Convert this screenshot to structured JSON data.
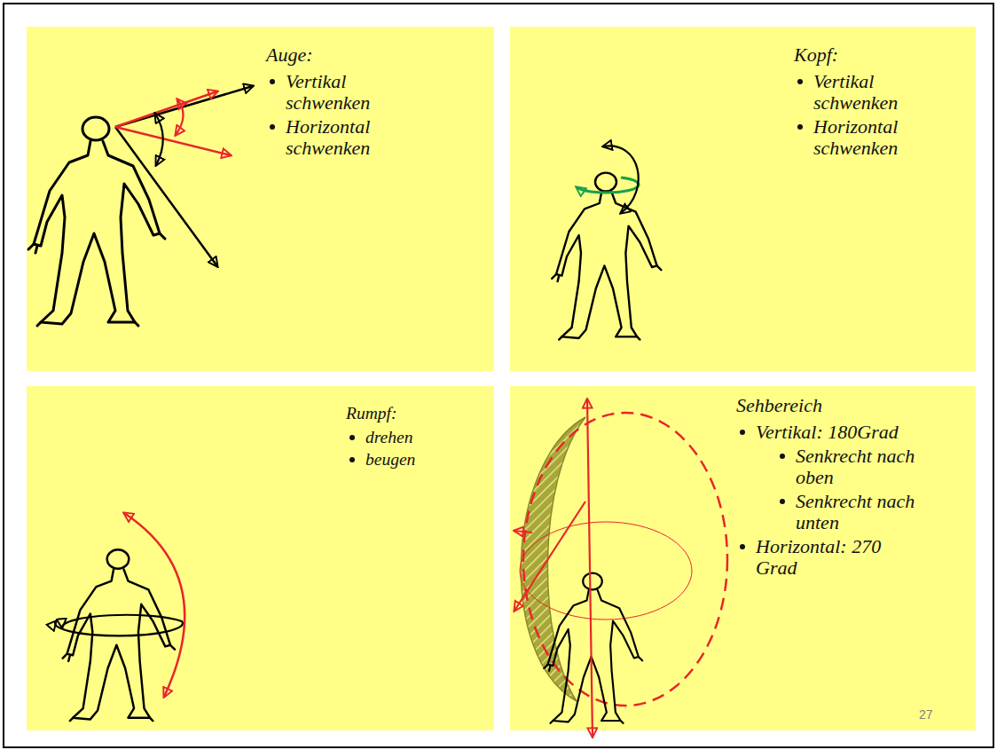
{
  "diagram": {
    "nodes": [
      {
        "text": [
          "Auge:",
          "Vertikal schwenken",
          "Horizontal schwenken"
        ]
      },
      {
        "text": [
          "Kopf:",
          "Vertikal schwenken",
          "Horizontal schwenken"
        ]
      },
      {
        "text": [
          "Rumpf:",
          "drehen",
          "beugen"
        ]
      },
      {
        "text": [
          "Sehbereich",
          "Vertikal: 180Grad",
          "Senkrecht nach oben",
          "Senkrecht nach unten",
          "Horizontal: 270 Grad"
        ]
      }
    ],
    "labels": [
      "27"
    ]
  }
}
